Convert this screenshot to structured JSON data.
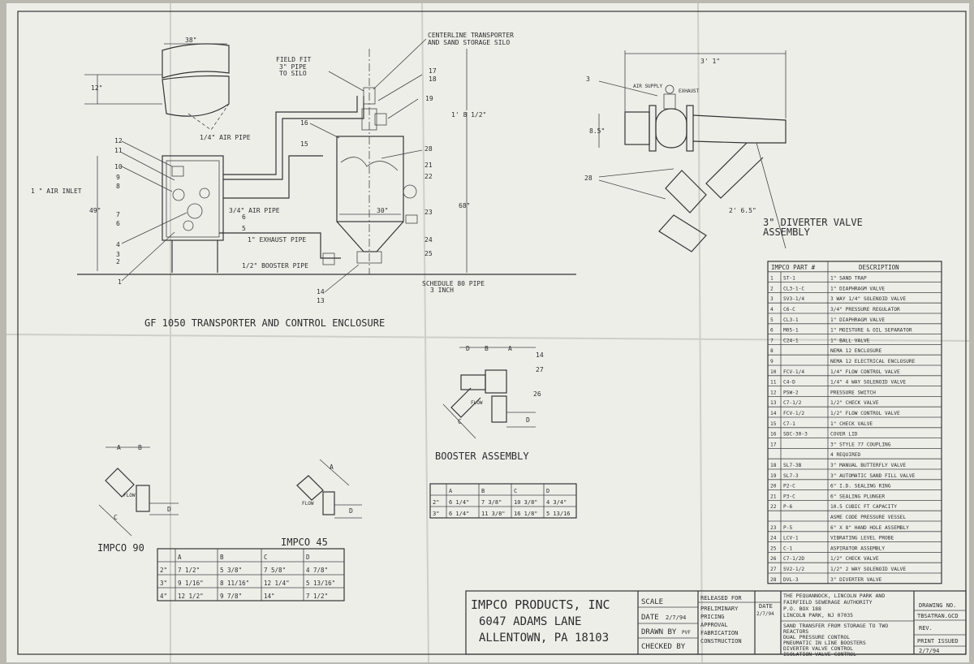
{
  "main_title": "GF 1050 TRANSPORTER AND CONTROL ENCLOSURE",
  "diverter_title": [
    "3\" DIVERTER VALVE",
    "ASSEMBLY"
  ],
  "booster_title": "BOOSTER ASSEMBLY",
  "impco90_title": "IMPCO 90",
  "impco45_title": "IMPCO 45",
  "flow_label": "FLOW",
  "callouts": {
    "centerline": [
      "CENTERLINE TRANSPORTER",
      "AND SAND STORAGE SILO"
    ],
    "field_fit": [
      "FIELD FIT",
      "3\" PIPE",
      "TO SILO"
    ],
    "air_pipe_14": "1/4\" AIR PIPE",
    "air_inlet": "1 \" AIR INLET",
    "air_pipe_34": "3/4\" AIR PIPE",
    "exhaust_pipe": "1\" EXHAUST PIPE",
    "booster_pipe": "1/2\" BOOSTER PIPE",
    "schedule_pipe": [
      "SCHEDULE 80 PIPE",
      "3 INCH"
    ],
    "air_supply": "AIR SUPPLY",
    "exhaust": "EXHAUST"
  },
  "dimensions": {
    "d38": "38\"",
    "d12": "12\"",
    "d49": "49\"",
    "d30": "30\"",
    "d68": "68\"",
    "d18": "1' 8 1/2\"",
    "d31": "3' 1\"",
    "d85": "8.5\"",
    "d265": "2' 6.5\""
  },
  "numbers": {
    "n17": "17",
    "n18": "18",
    "n19": "19",
    "n16": "16",
    "n15": "15",
    "n28": "28",
    "n21": "21",
    "n22": "22",
    "n23": "23",
    "n24": "24",
    "n25": "25",
    "n14": "14",
    "n13": "13",
    "n12": "12",
    "n11": "11",
    "n10": "10",
    "n9": "9",
    "n8": "8",
    "n7": "7",
    "n6": "6",
    "n5": "5",
    "n4": "4",
    "n3": "3",
    "n2": "2",
    "n1": "1",
    "d3": "3",
    "d28": "28",
    "b14": "14",
    "b27": "27",
    "b26": "26"
  },
  "letters": {
    "a": "A",
    "b": "B",
    "c": "C",
    "d": "D"
  },
  "booster_table": {
    "headers": [
      "",
      "A",
      "B",
      "C",
      "D"
    ],
    "rows": [
      [
        "2\"",
        "6 1/4\"",
        "7 3/8\"",
        "10 3/8\"",
        "4 3/4\""
      ],
      [
        "3\"",
        "6 1/4\"",
        "11 3/8\"",
        "16 1/8\"",
        "5 13/16"
      ]
    ]
  },
  "impco_table": {
    "headers": [
      "",
      "A",
      "B",
      "C",
      "D"
    ],
    "rows": [
      [
        "2\"",
        "7 1/2\"",
        "5 3/8\"",
        "7 5/8\"",
        "4 7/8\""
      ],
      [
        "3\"",
        "9 1/16\"",
        "8 11/16\"",
        "12 1/4\"",
        "5 13/16\""
      ],
      [
        "4\"",
        "12 1/2\"",
        "9 7/8\"",
        "14\"",
        "7 1/2\""
      ]
    ]
  },
  "parts_table": {
    "headers": [
      "IMPCO PART #",
      "DESCRIPTION"
    ],
    "rows": [
      [
        "1",
        "ST-1",
        "1\" SAND TRAP"
      ],
      [
        "2",
        "CL3-1-C",
        "1\" DIAPHRAGM VALVE"
      ],
      [
        "3",
        "SV3-1/4",
        "3 WAY 1/4\" SOLENOID VALVE"
      ],
      [
        "4",
        "C6-C",
        "3/4\" PRESSURE REGULATOR"
      ],
      [
        "5",
        "CL3-1",
        "1\" DIAPHRAGM VALVE"
      ],
      [
        "6",
        "M05-1",
        "1\" MOISTURE & OIL SEPARATOR"
      ],
      [
        "7",
        "C24-1",
        "1\" BALL VALVE"
      ],
      [
        "8",
        "",
        "NEMA 12 ENCLOSURE"
      ],
      [
        "9",
        "",
        "NEMA 12 ELECTRICAL ENCLOSURE"
      ],
      [
        "10",
        "FCV-1/4",
        "1/4\" FLOW CONTROL VALVE"
      ],
      [
        "11",
        "C4-D",
        "1/4\" 4 WAY SOLENOID VALVE"
      ],
      [
        "12",
        "PSW-2",
        "PRESSURE SWITCH"
      ],
      [
        "13",
        "C7-1/2",
        "1/2\" CHECK VALVE"
      ],
      [
        "14",
        "FCV-1/2",
        "1/2\" FLOW CONTROL VALVE"
      ],
      [
        "15",
        "C7-1",
        "1\" CHECK VALVE"
      ],
      [
        "16",
        "SDC-30-3",
        "COVER LID"
      ],
      [
        "17",
        "",
        "3\" STYLE 77 COUPLING"
      ],
      [
        "",
        "",
        "4 REQUIRED"
      ],
      [
        "18",
        "SL7-3B",
        "3\" MANUAL BUTTERFLY VALVE"
      ],
      [
        "19",
        "SL7-3",
        "3\" AUTOMATIC SAND FILL VALVE"
      ],
      [
        "20",
        "P2-C",
        "6\" I.D. SEALING RING"
      ],
      [
        "21",
        "P3-C",
        "6\" SEALING PLUNGER"
      ],
      [
        "22",
        "P-6",
        "10.5 CUBIC FT CAPACITY"
      ],
      [
        "",
        "",
        "ASME CODE PRESSURE VESSEL"
      ],
      [
        "23",
        "P-5",
        "6\" X 8\" HAND HOLE ASSEMBLY"
      ],
      [
        "24",
        "LCV-1",
        "VIBRATING LEVEL PROBE"
      ],
      [
        "25",
        "C-1",
        "ASPIRATOR ASSEMBLY"
      ],
      [
        "26",
        "C7-1/2D",
        "1/2\" CHECK VALVE"
      ],
      [
        "27",
        "SV2-1/2",
        "1/2\" 2 WAY SOLENOID VALVE"
      ],
      [
        "28",
        "DVL-3",
        "3\" DIVERTER VALVE"
      ]
    ]
  },
  "title_block": {
    "company": "IMPCO PRODUCTS, INC",
    "address": "6047 ADAMS LANE",
    "city": "ALLENTOWN, PA 18103",
    "scale": "SCALE",
    "date_label": "DATE",
    "date_value": "2/7/94",
    "drawn_by": "DRAWN BY",
    "drawn_value": "PVF",
    "checked_by": "CHECKED BY",
    "released_for": "RELEASED FOR",
    "release_items": [
      "PRELIMINARY",
      "PRICING",
      "APPROVAL",
      "FABRICATION",
      "CONSTRUCTION"
    ],
    "date_col": "DATE",
    "date_col_value": "2/7/94",
    "client": [
      "THE PEQUANNOCK, LINCOLN PARK AND",
      "FAIRFIELD SEWERAGE AUTHORITY",
      "P.O. BOX 188",
      "LINCOLN PARK, NJ 07035"
    ],
    "description": [
      "SAND TRANSFER FROM STORAGE TO TWO",
      "REACTORS",
      "DUAL PRESSURE CONTROL",
      "PNEUMATIC IN LINE BOOSTERS",
      "DIVERTER VALVE CONTROL",
      "ISOLATION VALVE CONTROL"
    ],
    "drawing_no_label": "DRAWING NO.",
    "drawing_no": "TBSATRAN.GCD",
    "rev": "REV.",
    "print_issued": "PRINT ISSUED",
    "print_date": "2/7/94"
  }
}
